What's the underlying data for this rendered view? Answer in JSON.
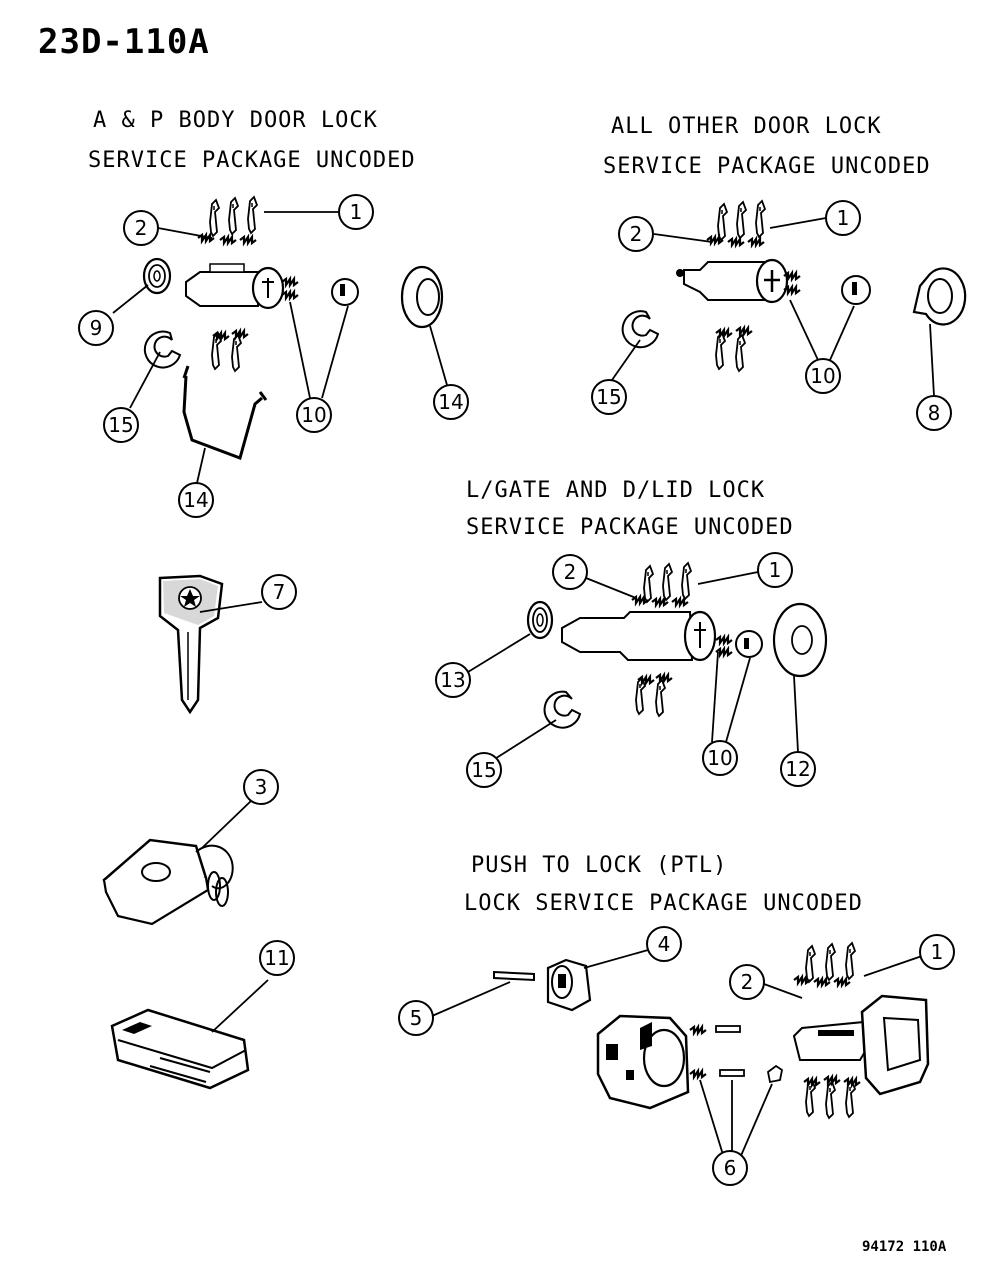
{
  "header": "23D-110A",
  "footer": "94172 110A",
  "groups": {
    "ap": [
      "A & P BODY DOOR LOCK",
      "SERVICE PACKAGE UNCODED"
    ],
    "other": [
      "ALL OTHER DOOR LOCK",
      "SERVICE PACKAGE UNCODED"
    ],
    "lgate": [
      "L/GATE AND D/LID LOCK",
      "SERVICE PACKAGE UNCODED"
    ],
    "ptl": [
      "PUSH TO LOCK (PTL)",
      "LOCK SERVICE PACKAGE UNCODED"
    ]
  },
  "callouts": {
    "ap_1": "1",
    "ap_2": "2",
    "ap_9": "9",
    "ap_15": "15",
    "ap_10": "10",
    "ap_14a": "14",
    "ap_14b": "14",
    "ot_1": "1",
    "ot_2": "2",
    "ot_15": "15",
    "ot_10": "10",
    "ot_8": "8",
    "key_7": "7",
    "lg_1": "1",
    "lg_2": "2",
    "lg_13": "13",
    "lg_15": "15",
    "lg_10": "10",
    "lg_12": "12",
    "fob_3": "3",
    "mod_11": "11",
    "ptl_4": "4",
    "ptl_5": "5",
    "ptl_1": "1",
    "ptl_2": "2",
    "ptl_6": "6"
  },
  "colors": {
    "ink": "#000000",
    "paper": "#ffffff"
  }
}
